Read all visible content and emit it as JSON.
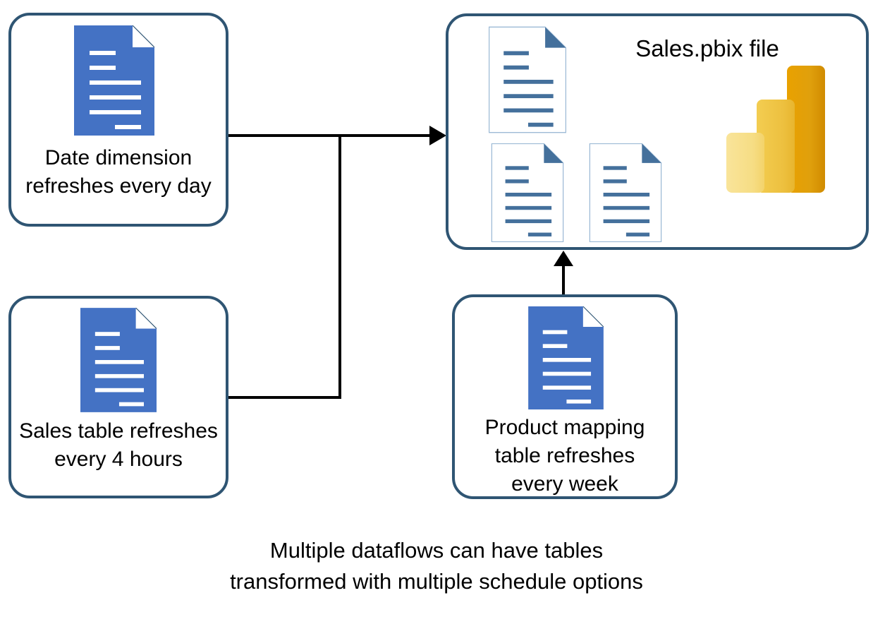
{
  "diagram": {
    "caption": "Multiple dataflows can have tables\ntransformed with multiple schedule options",
    "colors": {
      "box_border": "#2f5573",
      "doc_fill": "#4472c4",
      "doc_line": "#ffffff",
      "doc_outline_line": "#44709c",
      "connector": "#000000",
      "powerbi_light": "#f2c94c",
      "powerbi_mid": "#eebe3c",
      "powerbi_dark": "#e8a200"
    },
    "boxes": [
      {
        "id": "date-dimension",
        "label": "Date dimension\nrefreshes every day",
        "icon": "document-icon"
      },
      {
        "id": "sales-table",
        "label": "Sales table refreshes\nevery 4 hours",
        "icon": "document-icon"
      },
      {
        "id": "product-mapping",
        "label": "Product mapping\ntable refreshes\nevery week",
        "icon": "document-icon"
      },
      {
        "id": "pbix-file",
        "label": "Sales.pbix file",
        "icon": "powerbi-logo-icon",
        "documents": [
          "document-outline-icon",
          "document-outline-icon",
          "document-outline-icon"
        ]
      }
    ],
    "connectors": [
      {
        "id": "dataflows-to-pbix",
        "arrow": "right-arrowhead-icon"
      },
      {
        "id": "product-mapping-to-pbix",
        "arrow": "up-arrowhead-icon"
      }
    ]
  }
}
